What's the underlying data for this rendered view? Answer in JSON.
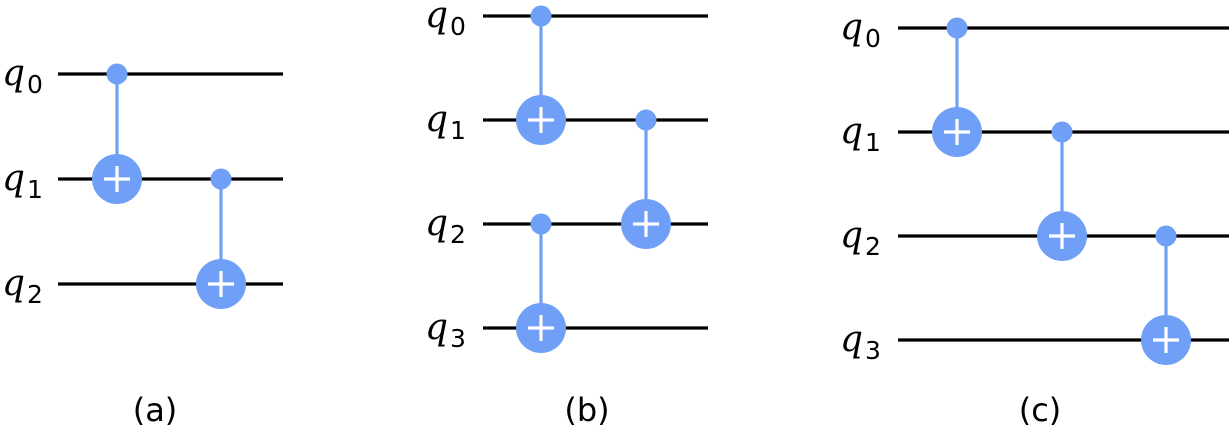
{
  "colors": {
    "gate": "#6f9ff7",
    "plus": "#ffffff",
    "wire": "#000000"
  },
  "panels": [
    {
      "caption": "(a)",
      "qubits": [
        {
          "symbol": "q",
          "index": "0"
        },
        {
          "symbol": "q",
          "index": "1"
        },
        {
          "symbol": "q",
          "index": "2"
        }
      ],
      "gates": [
        {
          "type": "cx",
          "control": 0,
          "target": 1,
          "step": 0
        },
        {
          "type": "cx",
          "control": 1,
          "target": 2,
          "step": 1
        }
      ]
    },
    {
      "caption": "(b)",
      "qubits": [
        {
          "symbol": "q",
          "index": "0"
        },
        {
          "symbol": "q",
          "index": "1"
        },
        {
          "symbol": "q",
          "index": "2"
        },
        {
          "symbol": "q",
          "index": "3"
        }
      ],
      "gates": [
        {
          "type": "cx",
          "control": 0,
          "target": 1,
          "step": 0
        },
        {
          "type": "cx",
          "control": 2,
          "target": 3,
          "step": 0
        },
        {
          "type": "cx",
          "control": 1,
          "target": 2,
          "step": 1
        }
      ]
    },
    {
      "caption": "(c)",
      "qubits": [
        {
          "symbol": "q",
          "index": "0"
        },
        {
          "symbol": "q",
          "index": "1"
        },
        {
          "symbol": "q",
          "index": "2"
        },
        {
          "symbol": "q",
          "index": "3"
        }
      ],
      "gates": [
        {
          "type": "cx",
          "control": 0,
          "target": 1,
          "step": 0
        },
        {
          "type": "cx",
          "control": 1,
          "target": 2,
          "step": 1
        },
        {
          "type": "cx",
          "control": 2,
          "target": 3,
          "step": 2
        }
      ]
    }
  ]
}
